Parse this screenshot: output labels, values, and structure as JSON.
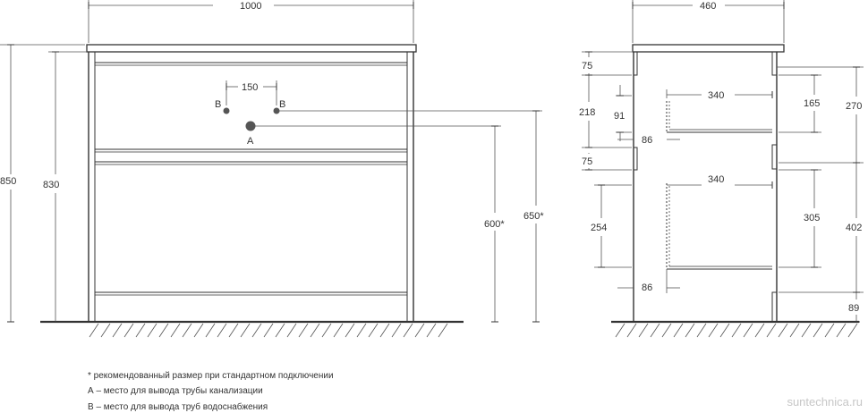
{
  "front": {
    "width": "1000",
    "height_total": "850",
    "height_body": "830",
    "pipe_spacing": "150",
    "pipe_b_left": "B",
    "pipe_b_right": "B",
    "pipe_a": "A",
    "drain_height": "600*",
    "supply_height": "650*"
  },
  "side": {
    "depth": "460",
    "top_rail": "75",
    "mid_rail": "75",
    "upper_drawer_front": "218",
    "upper_gap": "91",
    "upper_offset": "86",
    "upper_inner_width": "340",
    "upper_inner_height": "165",
    "upper_section": "270",
    "lower_inner_width": "340",
    "lower_drawer_front": "254",
    "lower_offset": "86",
    "lower_inner_height": "305",
    "lower_section": "402",
    "plinth": "89"
  },
  "notes": {
    "line1": "* рекомендованный размер при стандартном подключении",
    "line2": "А – место для вывода трубы канализации",
    "line3": "В – место для вывода труб водоснабжения"
  },
  "watermark": "suntechnica.ru",
  "colors": {
    "line": "#333333",
    "dim": "#555555",
    "dot": "#555555"
  }
}
